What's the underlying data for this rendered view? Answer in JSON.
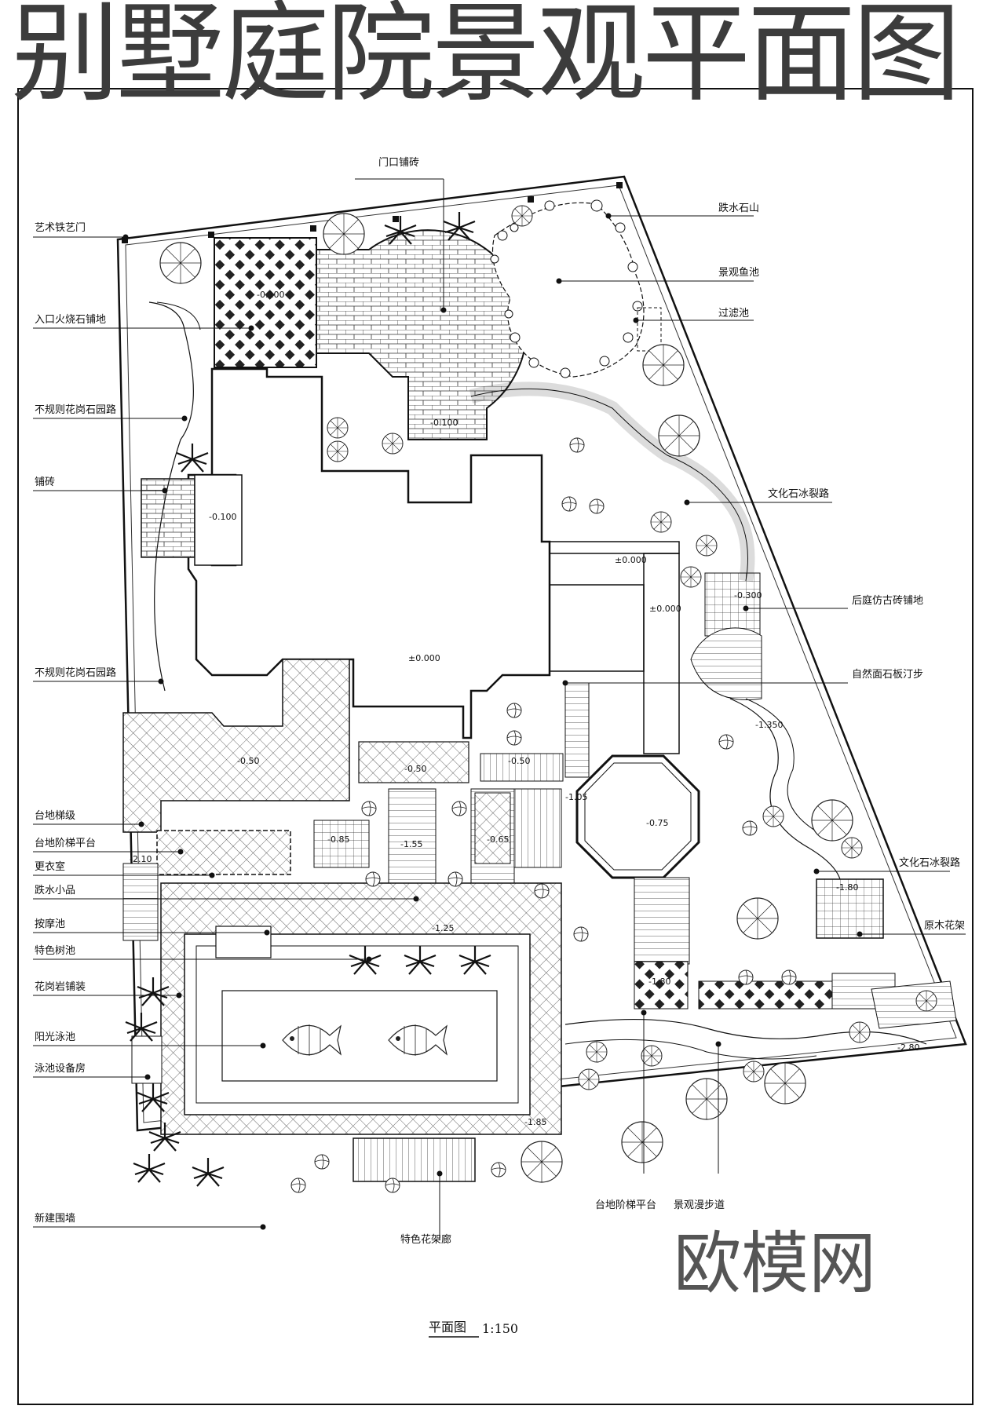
{
  "title": "别墅庭院景观平面图",
  "watermark": "欧模网",
  "scale": {
    "title": "平面图",
    "ratio": "1:150"
  },
  "labels": {
    "gate_paving": "门口铺砖",
    "art_iron_gate": "艺术铁艺门",
    "waterfall_rockery": "跌水石山",
    "fish_pond": "景观鱼池",
    "entrance_paving": "入口火烧石铺地",
    "filter_pool": "过滤池",
    "granite_path_1": "不规则花岗石园路",
    "paving_brick": "铺砖",
    "ice_crack_path_1": "文化石冰裂路",
    "backyard_paving": "后庭仿古砖铺地",
    "granite_path_2": "不规则花岗石园路",
    "stepping_stones": "自然面石板汀步",
    "terrace_steps": "台地梯级",
    "terrace_platform": "台地阶梯平台",
    "changing_room": "更衣室",
    "waterfall_feature": "跌水小品",
    "ice_crack_path_2": "文化石冰裂路",
    "massage_pool": "按摩池",
    "feature_tree_pool": "特色树池",
    "wood_pergola": "原木花架",
    "granite_paving": "花岗岩铺装",
    "sun_pool": "阳光泳池",
    "pool_equipment": "泳池设备房",
    "new_wall": "新建围墙",
    "feature_pergola": "特色花架廊",
    "terrace_platform_2": "台地阶梯平台",
    "scenic_walkway": "景观漫步道"
  },
  "levels": {
    "entry": "-0.100",
    "front_court": "-0.100",
    "side_door": "-0.100",
    "terrace_a": "±0.000",
    "terrace_b": "±0.000",
    "house": "±0.000",
    "backyard": "-0.300",
    "walk": "-1.350",
    "deck_left": "-0.50",
    "deck_mid": "-0.50",
    "deck_right": "-0.50",
    "pavilion_step": "-1.05",
    "pavilion": "-0.75",
    "changing": "-0.85",
    "mid_a": "-1.55",
    "mid_b": "-0.65",
    "stair_left": "-2.10",
    "pergola": "-1.80",
    "pool_top": "-1.25",
    "pool_bottom": "-1.85",
    "lower_a": "-1.80",
    "lower_b": "-2.80"
  },
  "colors": {
    "ink": "#111111",
    "title": "#3c3c3c",
    "watermark_faint": "#d8d8d8"
  }
}
